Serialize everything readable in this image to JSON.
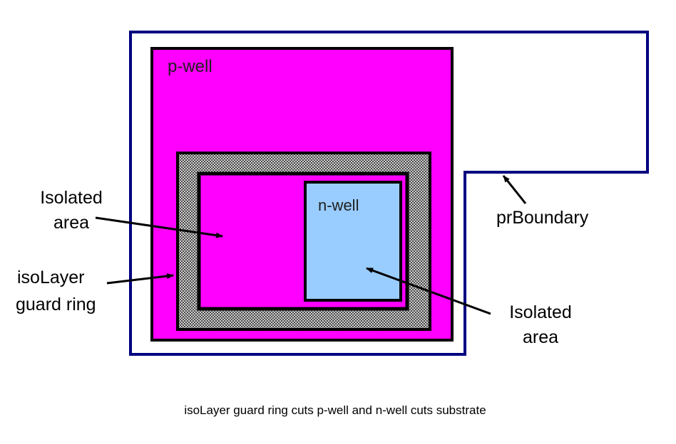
{
  "labels": {
    "pwell": "p-well",
    "nwell": "n-well",
    "isolated_left_line1": "Isolated",
    "isolated_left_line2": "area",
    "isolayer_line1": "isoLayer",
    "isolayer_line2": "guard ring",
    "prboundary": "prBoundary",
    "isolated_right_line1": "Isolated",
    "isolated_right_line2": "area"
  },
  "caption": "isoLayer guard ring cuts p-well and n-well cuts substrate",
  "colors": {
    "boundary": "#000080",
    "pwell_fill": "#ff00ff",
    "nwell_fill": "#99ccff",
    "outline": "#000000",
    "guard_ring": "#808080"
  }
}
